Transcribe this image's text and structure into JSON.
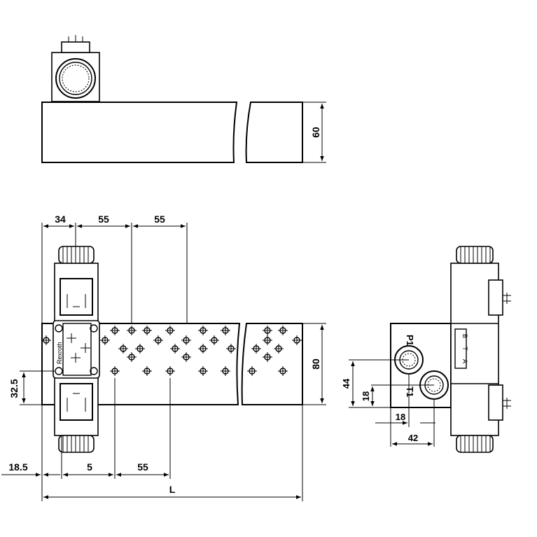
{
  "top_view": {
    "height_dim": "60"
  },
  "front_view": {
    "dims_top": [
      "34",
      "55",
      "55"
    ],
    "height_dim": "80",
    "left_dim": "32.5",
    "dims_bottom": [
      "18.5",
      "5",
      "55"
    ],
    "overall_length": "L",
    "brand": "Rexroth"
  },
  "side_view": {
    "port_p": "P1",
    "port_t": "T1",
    "dims": [
      "44",
      "18",
      "18",
      "42"
    ],
    "labels": [
      "B",
      "T",
      "A"
    ]
  },
  "colors": {
    "line": "#000000",
    "background": "#ffffff"
  }
}
